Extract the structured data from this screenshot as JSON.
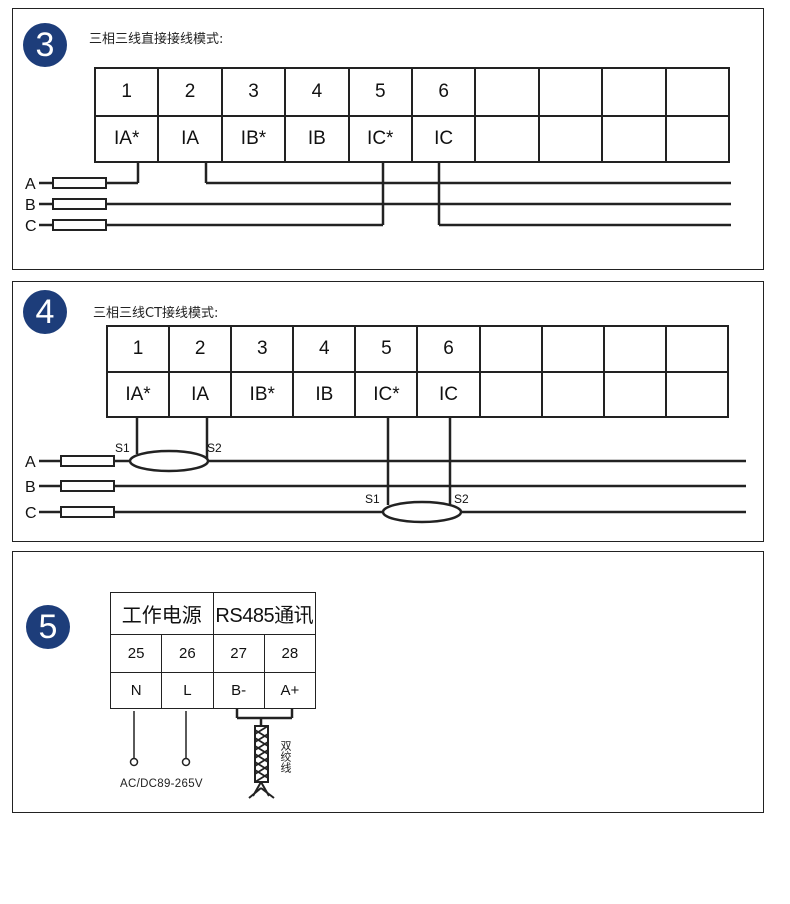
{
  "panel3": {
    "number": "3",
    "title": "三相三线直接接线模式:",
    "numbers": [
      "1",
      "2",
      "3",
      "4",
      "5",
      "6",
      "",
      "",
      "",
      ""
    ],
    "labels": [
      "IA*",
      "IA",
      "IB*",
      "IB",
      "IC*",
      "IC",
      "",
      "",
      "",
      ""
    ],
    "phases": [
      "A",
      "B",
      "C"
    ]
  },
  "panel4": {
    "number": "4",
    "title": "三相三线CT接线模式:",
    "numbers": [
      "1",
      "2",
      "3",
      "4",
      "5",
      "6",
      "",
      "",
      "",
      ""
    ],
    "labels": [
      "IA*",
      "IA",
      "IB*",
      "IB",
      "IC*",
      "IC",
      "",
      "",
      "",
      ""
    ],
    "phases": [
      "A",
      "B",
      "C"
    ],
    "ct_labels": {
      "s1": "S1",
      "s2": "S2"
    }
  },
  "panel5": {
    "number": "5",
    "power_header": "工作电源",
    "comm_header": "RS485通讯",
    "numbers": [
      "25",
      "26",
      "27",
      "28"
    ],
    "labels": [
      "N",
      "L",
      "B-",
      "A+"
    ],
    "voltage": "AC/DC89-265V",
    "twisted_label": "双绞线"
  },
  "colors": {
    "badge": "#1d3d7a",
    "line": "#222222"
  }
}
